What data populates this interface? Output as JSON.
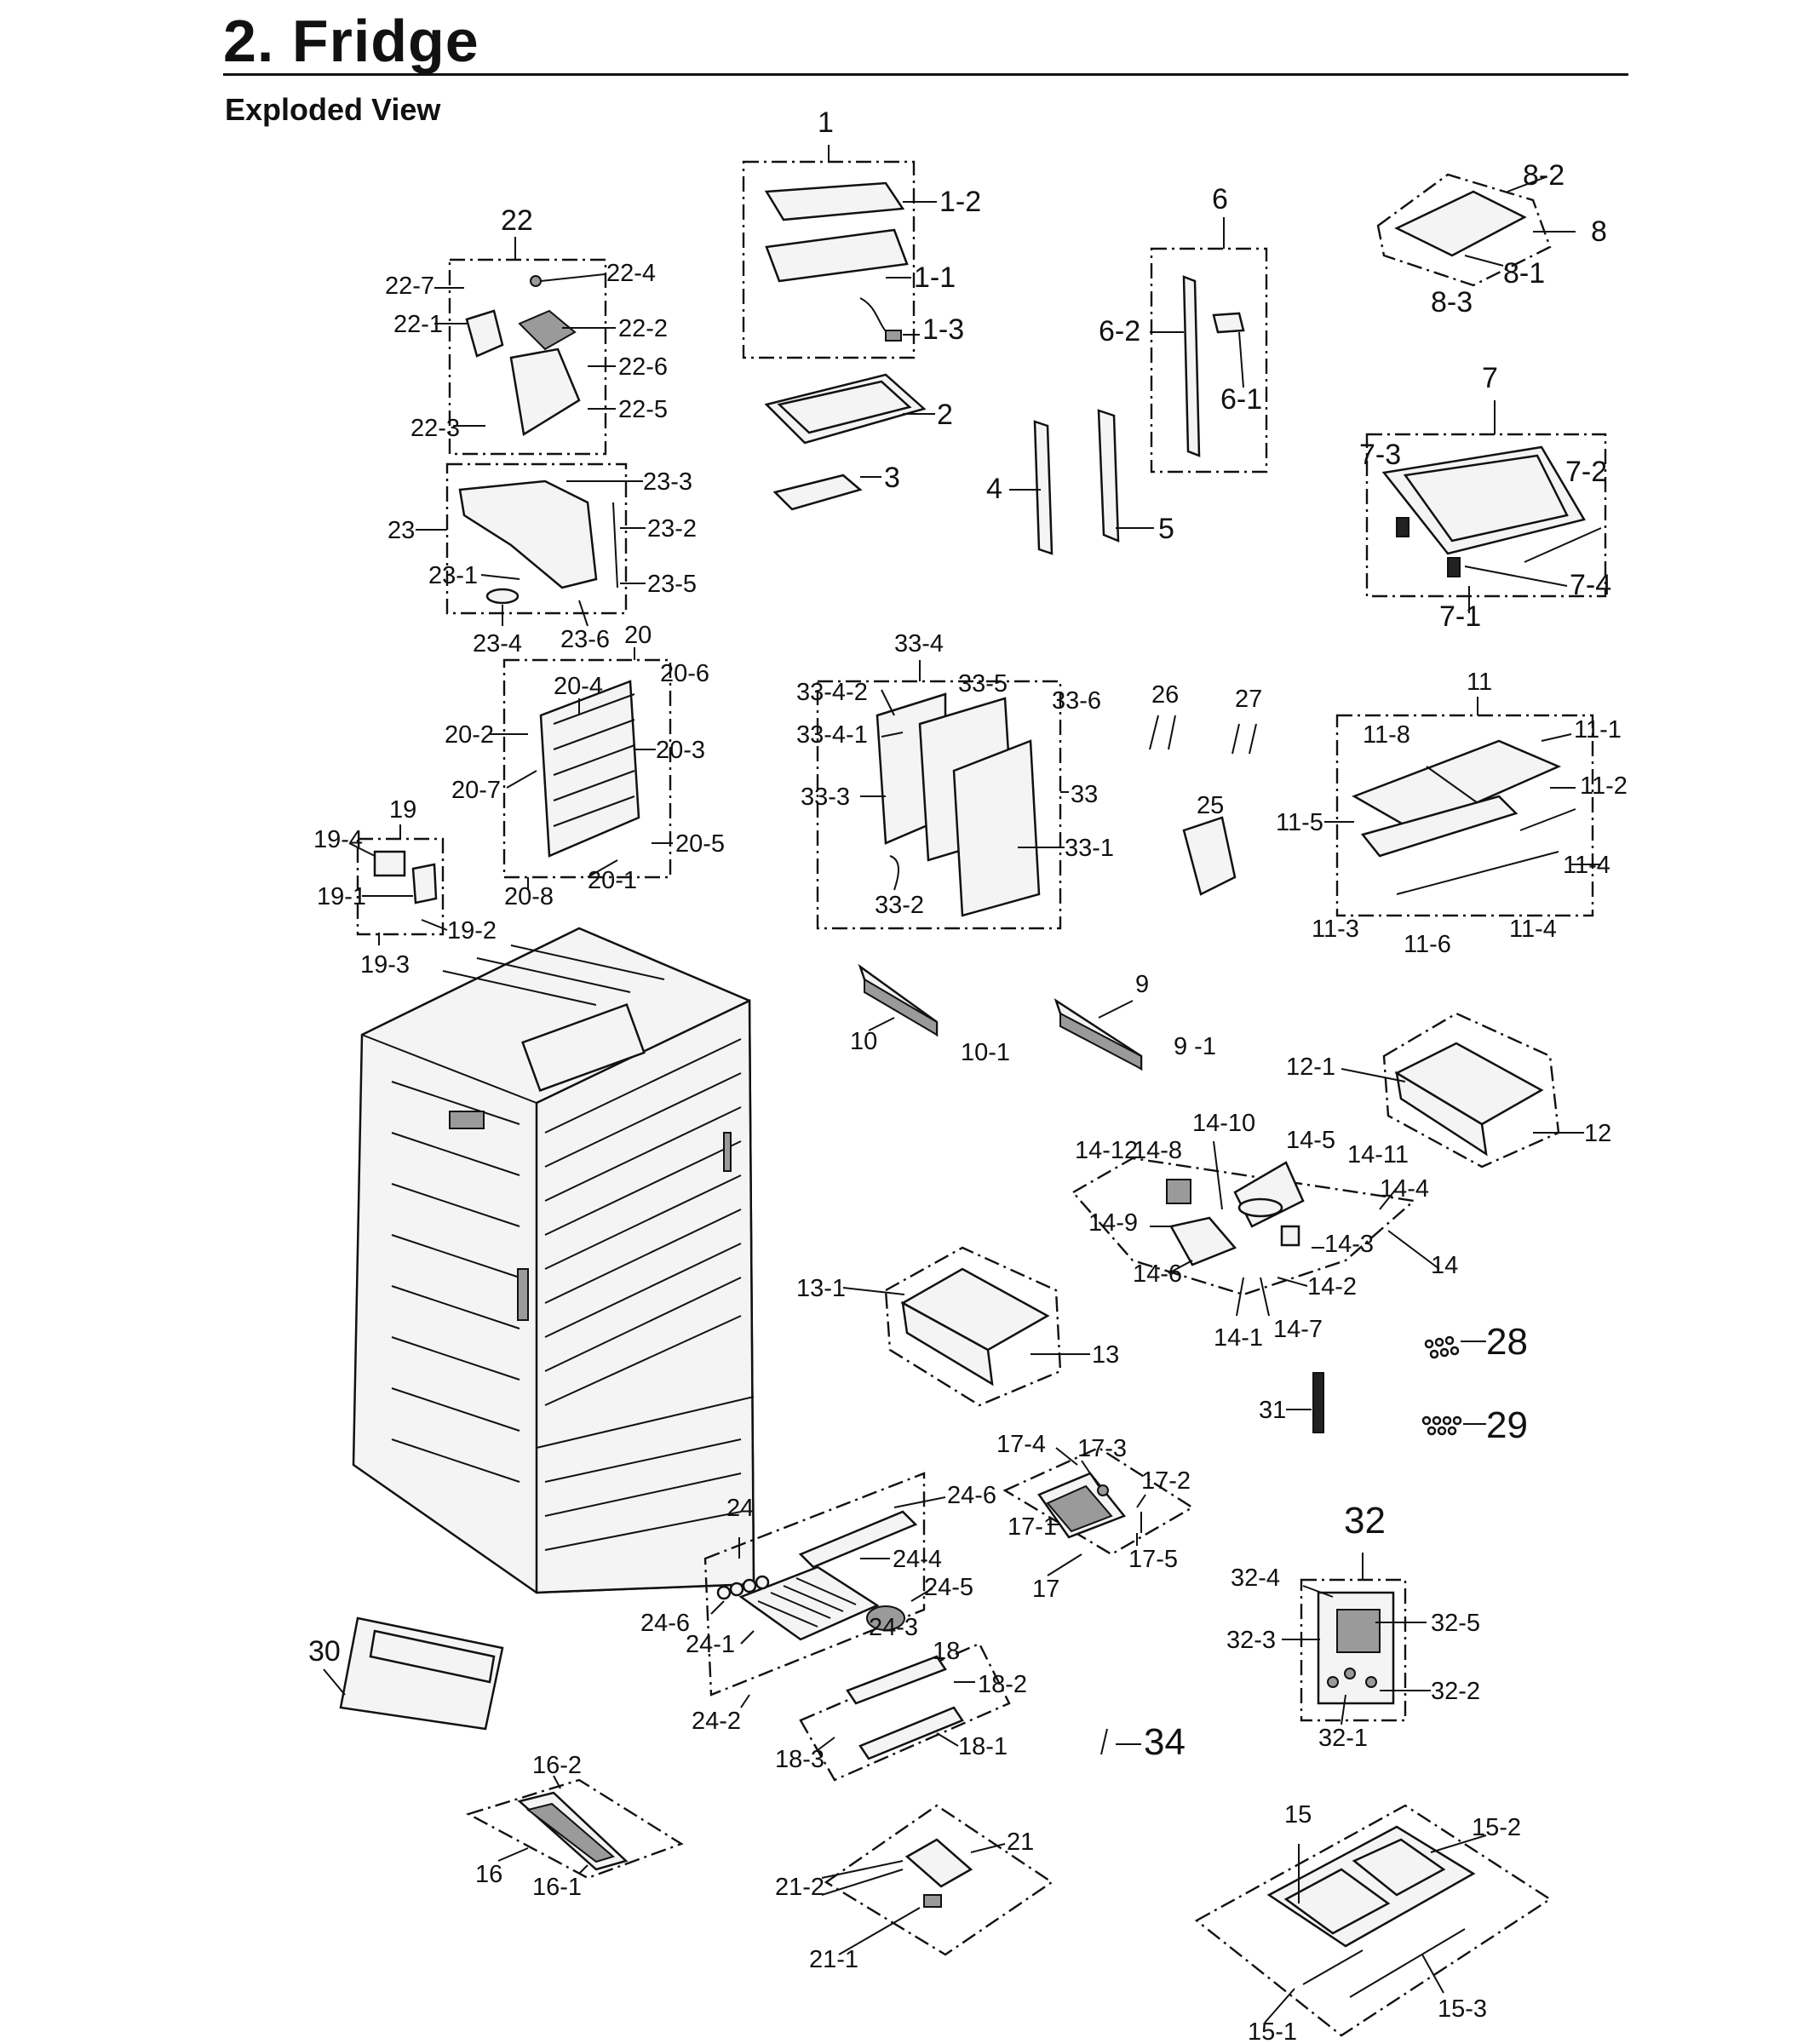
{
  "page": {
    "title": "2.  Fridge",
    "subtitle": "Exploded View"
  },
  "parts": {
    "p1": "1",
    "p1_1": "1-1",
    "p1_2": "1-2",
    "p1_3": "1-3",
    "p2": "2",
    "p3": "3",
    "p4": "4",
    "p5": "5",
    "p6": "6",
    "p6_1": "6-1",
    "p6_2": "6-2",
    "p7": "7",
    "p7_1": "7-1",
    "p7_2": "7-2",
    "p7_3": "7-3",
    "p7_4": "7-4",
    "p8": "8",
    "p8_1": "8-1",
    "p8_2": "8-2",
    "p8_3": "8-3",
    "p9": "9",
    "p9_1": "9 -1",
    "p10": "10",
    "p10_1": "10-1",
    "p11": "11",
    "p11_1": "11-1",
    "p11_2": "11-2",
    "p11_3": "11-3",
    "p11_4a": "11-4",
    "p11_4b": "11-4",
    "p11_5": "11-5",
    "p11_6": "11-6",
    "p11_8": "11-8",
    "p12": "12",
    "p12_1": "12-1",
    "p13": "13",
    "p13_1": "13-1",
    "p14": "14",
    "p14_1": "14-1",
    "p14_2": "14-2",
    "p14_3": "14-3",
    "p14_4": "14-4",
    "p14_5": "14-5",
    "p14_6": "14-6",
    "p14_7": "14-7",
    "p14_8": "14-8",
    "p14_9": "14-9",
    "p14_10": "14-10",
    "p14_11": "14-11",
    "p14_12": "14-12",
    "p15": "15",
    "p15_1": "15-1",
    "p15_2": "15-2",
    "p15_3": "15-3",
    "p16": "16",
    "p16_1": "16-1",
    "p16_2": "16-2",
    "p17": "17",
    "p17_1": "17-1",
    "p17_2": "17-2",
    "p17_3": "17-3",
    "p17_4": "17-4",
    "p17_5": "17-5",
    "p18": "18",
    "p18_1": "18-1",
    "p18_2": "18-2",
    "p18_3": "18-3",
    "p19": "19",
    "p19_1": "19-1",
    "p19_2": "19-2",
    "p19_3": "19-3",
    "p19_4": "19-4",
    "p20": "20",
    "p20_1": "20-1",
    "p20_2": "20-2",
    "p20_3": "20-3",
    "p20_4": "20-4",
    "p20_5": "20-5",
    "p20_6": "20-6",
    "p20_7": "20-7",
    "p20_8": "20-8",
    "p21": "21",
    "p21_1": "21-1",
    "p21_2": "21-2",
    "p22": "22",
    "p22_1": "22-1",
    "p22_2": "22-2",
    "p22_3": "22-3",
    "p22_4": "22-4",
    "p22_5": "22-5",
    "p22_6": "22-6",
    "p22_7": "22-7",
    "p23": "23",
    "p23_1": "23-1",
    "p23_2": "23-2",
    "p23_3": "23-3",
    "p23_4": "23-4",
    "p23_5": "23-5",
    "p23_6": "23-6",
    "p24": "24",
    "p24_1": "24-1",
    "p24_2": "24-2",
    "p24_3": "24-3",
    "p24_4": "24-4",
    "p24_5": "24-5",
    "p24_6a": "24-6",
    "p24_6b": "24-6",
    "p25": "25",
    "p26": "26",
    "p27": "27",
    "p28": "28",
    "p29": "29",
    "p30": "30",
    "p31": "31",
    "p32": "32",
    "p32_1": "32-1",
    "p32_2": "32-2",
    "p32_3": "32-3",
    "p32_4": "32-4",
    "p32_5": "32-5",
    "p33": "33",
    "p33_1": "33-1",
    "p33_2": "33-2",
    "p33_3": "33-3",
    "p33_4": "33-4",
    "p33_4_1": "33-4-1",
    "p33_4_2": "33-4-2",
    "p33_5": "33-5",
    "p33_6": "33-6",
    "p34": "34"
  }
}
